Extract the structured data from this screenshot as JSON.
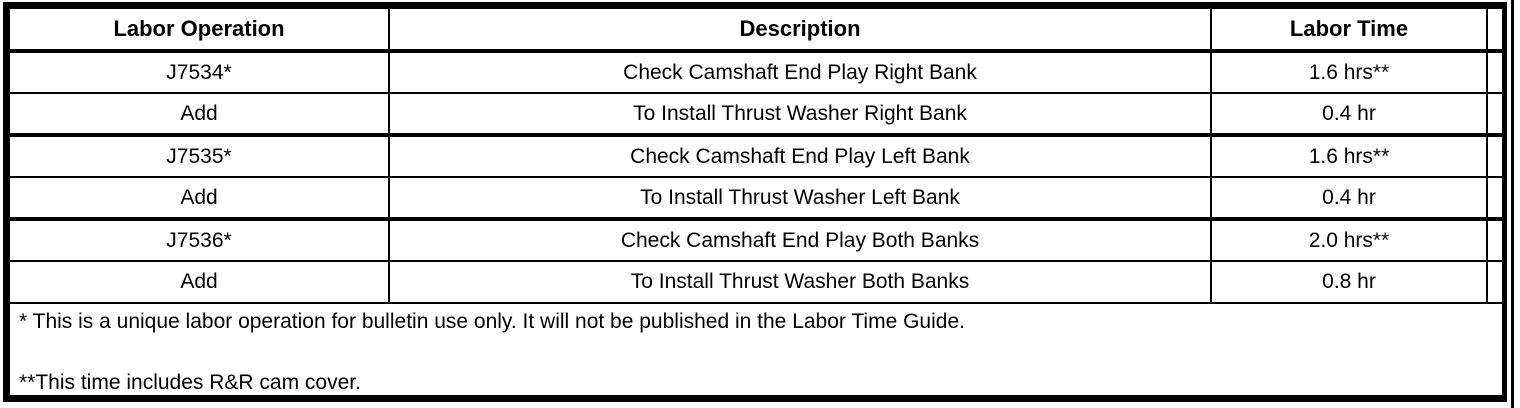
{
  "colors": {
    "border": "#000000",
    "background": "#ffffff",
    "text": "#000000"
  },
  "table": {
    "columns": [
      {
        "label": "Labor Operation"
      },
      {
        "label": "Description"
      },
      {
        "label": "Labor Time"
      },
      {
        "label": ""
      }
    ],
    "rows": [
      {
        "op": "J7534*",
        "desc": "Check Camshaft End Play Right Bank",
        "time": "1.6 hrs**"
      },
      {
        "op": "Add",
        "desc": "To Install Thrust Washer Right Bank",
        "time": "0.4 hr"
      },
      {
        "op": "J7535*",
        "desc": "Check Camshaft End Play Left Bank",
        "time": "1.6 hrs**"
      },
      {
        "op": "Add",
        "desc": "To Install Thrust Washer Left Bank",
        "time": "0.4 hr"
      },
      {
        "op": "J7536*",
        "desc": "Check Camshaft End Play Both Banks",
        "time": "2.0 hrs**"
      },
      {
        "op": "Add",
        "desc": "To Install Thrust Washer Both Banks",
        "time": "0.8 hr"
      }
    ],
    "footnotes": [
      "* This is a unique labor operation for bulletin use only. It will not be published in the Labor Time Guide.",
      "**This time includes R&R cam cover."
    ]
  }
}
